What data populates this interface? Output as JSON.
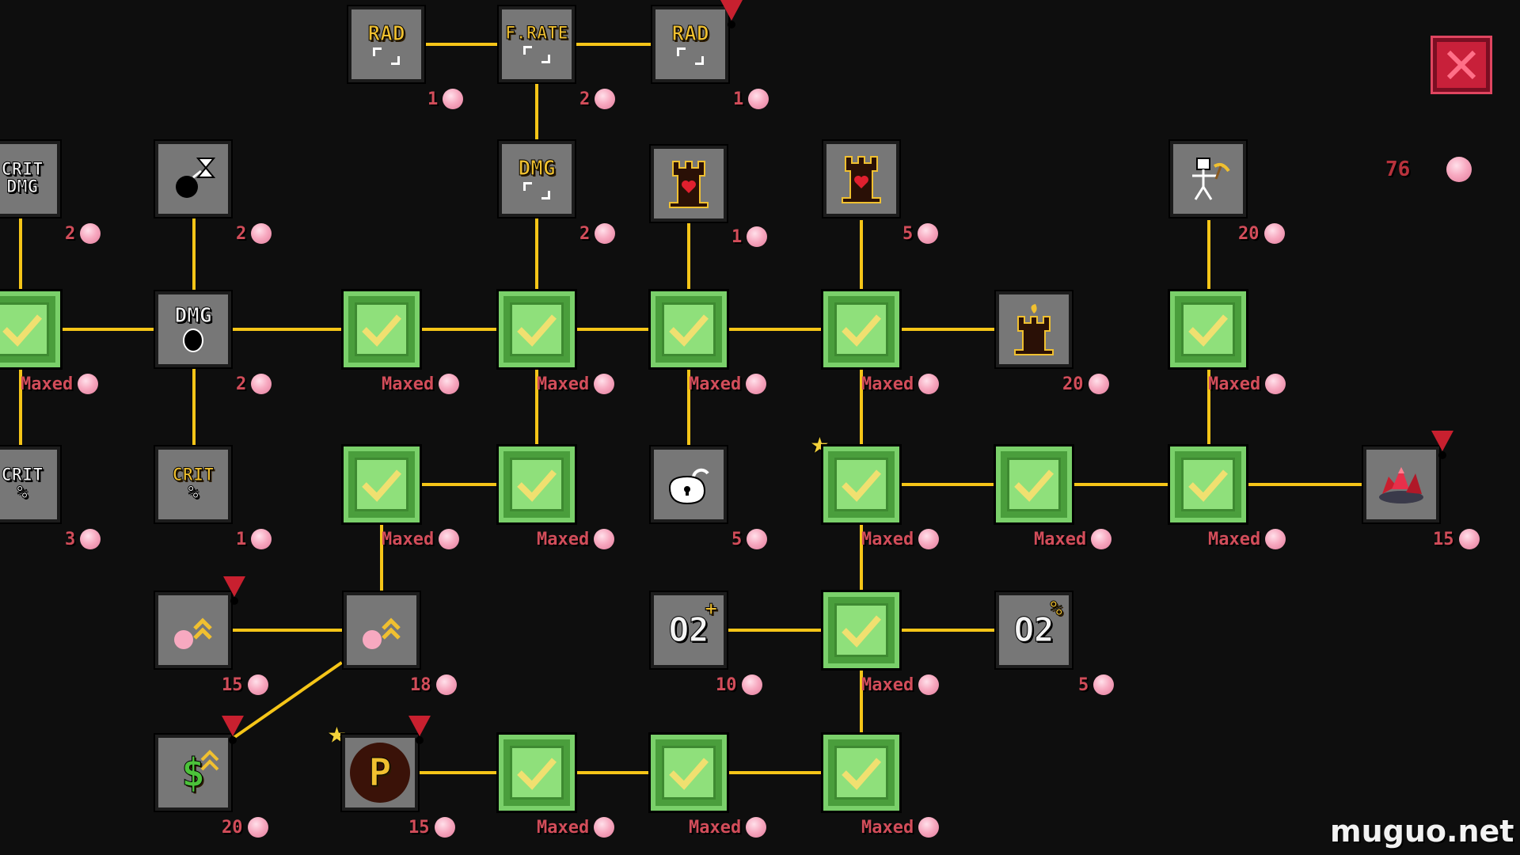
{
  "colors": {
    "link": "#f5c518",
    "maxed": "#8fe07b",
    "locked": "#777777",
    "cost_text": "#d24d5a",
    "orb": "#f7a9c0",
    "close": "#c8203a",
    "flag": "#c8202f",
    "star": "#f4d23a"
  },
  "currency": {
    "value": "76",
    "icon": "pink-orb-icon"
  },
  "close": {
    "icon": "close-x-icon"
  },
  "watermark": "muguo.net",
  "nodes": {
    "rad1": {
      "label": "RAD",
      "icon": "bracket-icon",
      "cost": "1"
    },
    "frate": {
      "label": "F.RATE",
      "icon": "bracket-icon",
      "cost": "2"
    },
    "rad2": {
      "label": "RAD",
      "icon": "bracket-icon",
      "cost": "1"
    },
    "critdmg": {
      "label_a": "CRIT",
      "label_b": "DMG",
      "cost": "2"
    },
    "bombtimer": {
      "icon": "bomb-hourglass-icon",
      "cost": "2"
    },
    "dmg_top": {
      "label": "DMG",
      "icon": "bracket-icon",
      "cost": "2"
    },
    "tower1": {
      "icon": "tower-heart-icon",
      "cost": "1"
    },
    "tower2": {
      "icon": "tower-heart-icon",
      "cost": "5"
    },
    "miner": {
      "icon": "miner-pickaxe-icon",
      "cost": "20"
    },
    "m_r3c0": {
      "status": "Maxed"
    },
    "dmgbomb": {
      "label": "DMG",
      "icon": "bomb-icon",
      "cost": "2"
    },
    "m_r3c2": {
      "status": "Maxed"
    },
    "m_r3c3": {
      "status": "Maxed"
    },
    "m_r3c4": {
      "status": "Maxed"
    },
    "m_r3c5": {
      "status": "Maxed"
    },
    "towersprout": {
      "icon": "tower-sprout-icon",
      "cost": "20"
    },
    "m_r3c8": {
      "status": "Maxed"
    },
    "critpct": {
      "label_a": "CRIT",
      "label_b": "%",
      "cost": "3"
    },
    "critpct2": {
      "label_a": "CRIT",
      "label_b": "%",
      "cost": "1"
    },
    "m_r4c2": {
      "status": "Maxed"
    },
    "m_r4c3": {
      "status": "Maxed"
    },
    "bombunlock": {
      "icon": "bomb-unlock-icon",
      "cost": "5"
    },
    "m_r4c5": {
      "status": "Maxed"
    },
    "m_r4c6": {
      "status": "Maxed"
    },
    "m_r4c7": {
      "status": "Maxed"
    },
    "gem": {
      "icon": "red-gem-icon",
      "cost": "15"
    },
    "orbup1": {
      "icon": "orb-upgrade-icon",
      "cost": "15"
    },
    "orbup2": {
      "icon": "orb-upgrade-icon",
      "cost": "18"
    },
    "o2plus": {
      "label": "O2",
      "icon": "plus-icon",
      "cost": "10"
    },
    "m_r5c5": {
      "status": "Maxed"
    },
    "o2pct": {
      "label": "O2",
      "icon": "percent-icon",
      "cost": "5"
    },
    "moneyup": {
      "label": "$",
      "icon": "chevron-up-icon",
      "cost": "20"
    },
    "pcoin": {
      "label": "P",
      "icon": "p-coin-icon",
      "cost": "15"
    },
    "m_r6c3": {
      "status": "Maxed"
    },
    "m_r6c4": {
      "status": "Maxed"
    },
    "m_r6c5": {
      "status": "Maxed"
    }
  }
}
